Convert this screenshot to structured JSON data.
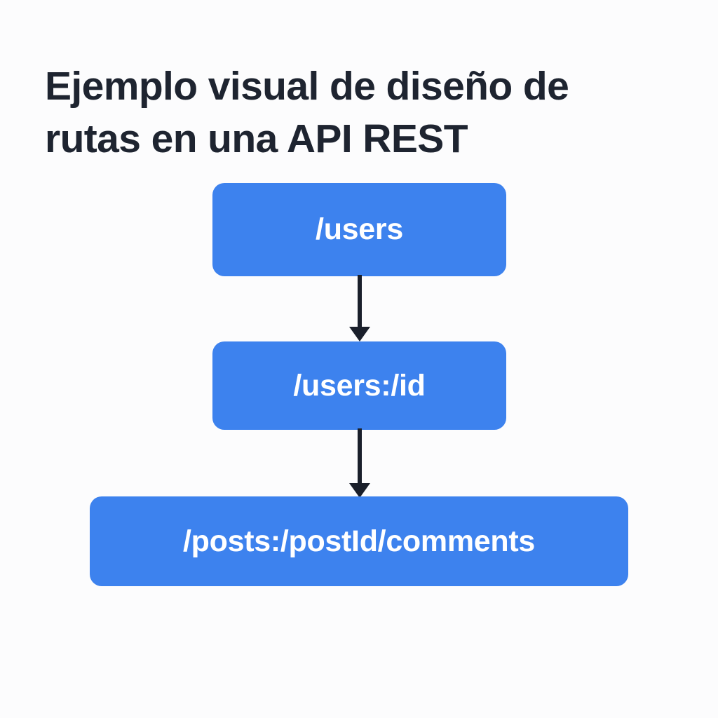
{
  "page": {
    "background_color": "#fcfcfd",
    "title": "Ejemplo visual de diseño de rutas en una API REST",
    "title_color": "#1e2430"
  },
  "diagram": {
    "type": "flowchart",
    "direction": "top-to-bottom",
    "node_fill_color": "#3d82ee",
    "node_text_color": "#ffffff",
    "arrow_color": "#1a1f2b",
    "nodes": [
      {
        "id": "users",
        "label": "/users"
      },
      {
        "id": "users-id",
        "label": "/users:/id"
      },
      {
        "id": "posts-comments",
        "label": "/posts:/postId/comments"
      }
    ],
    "edges": [
      {
        "from": "users",
        "to": "users-id",
        "arrowhead": "triangle-down"
      },
      {
        "from": "users-id",
        "to": "posts-comments",
        "arrowhead": "triangle-down"
      }
    ]
  }
}
